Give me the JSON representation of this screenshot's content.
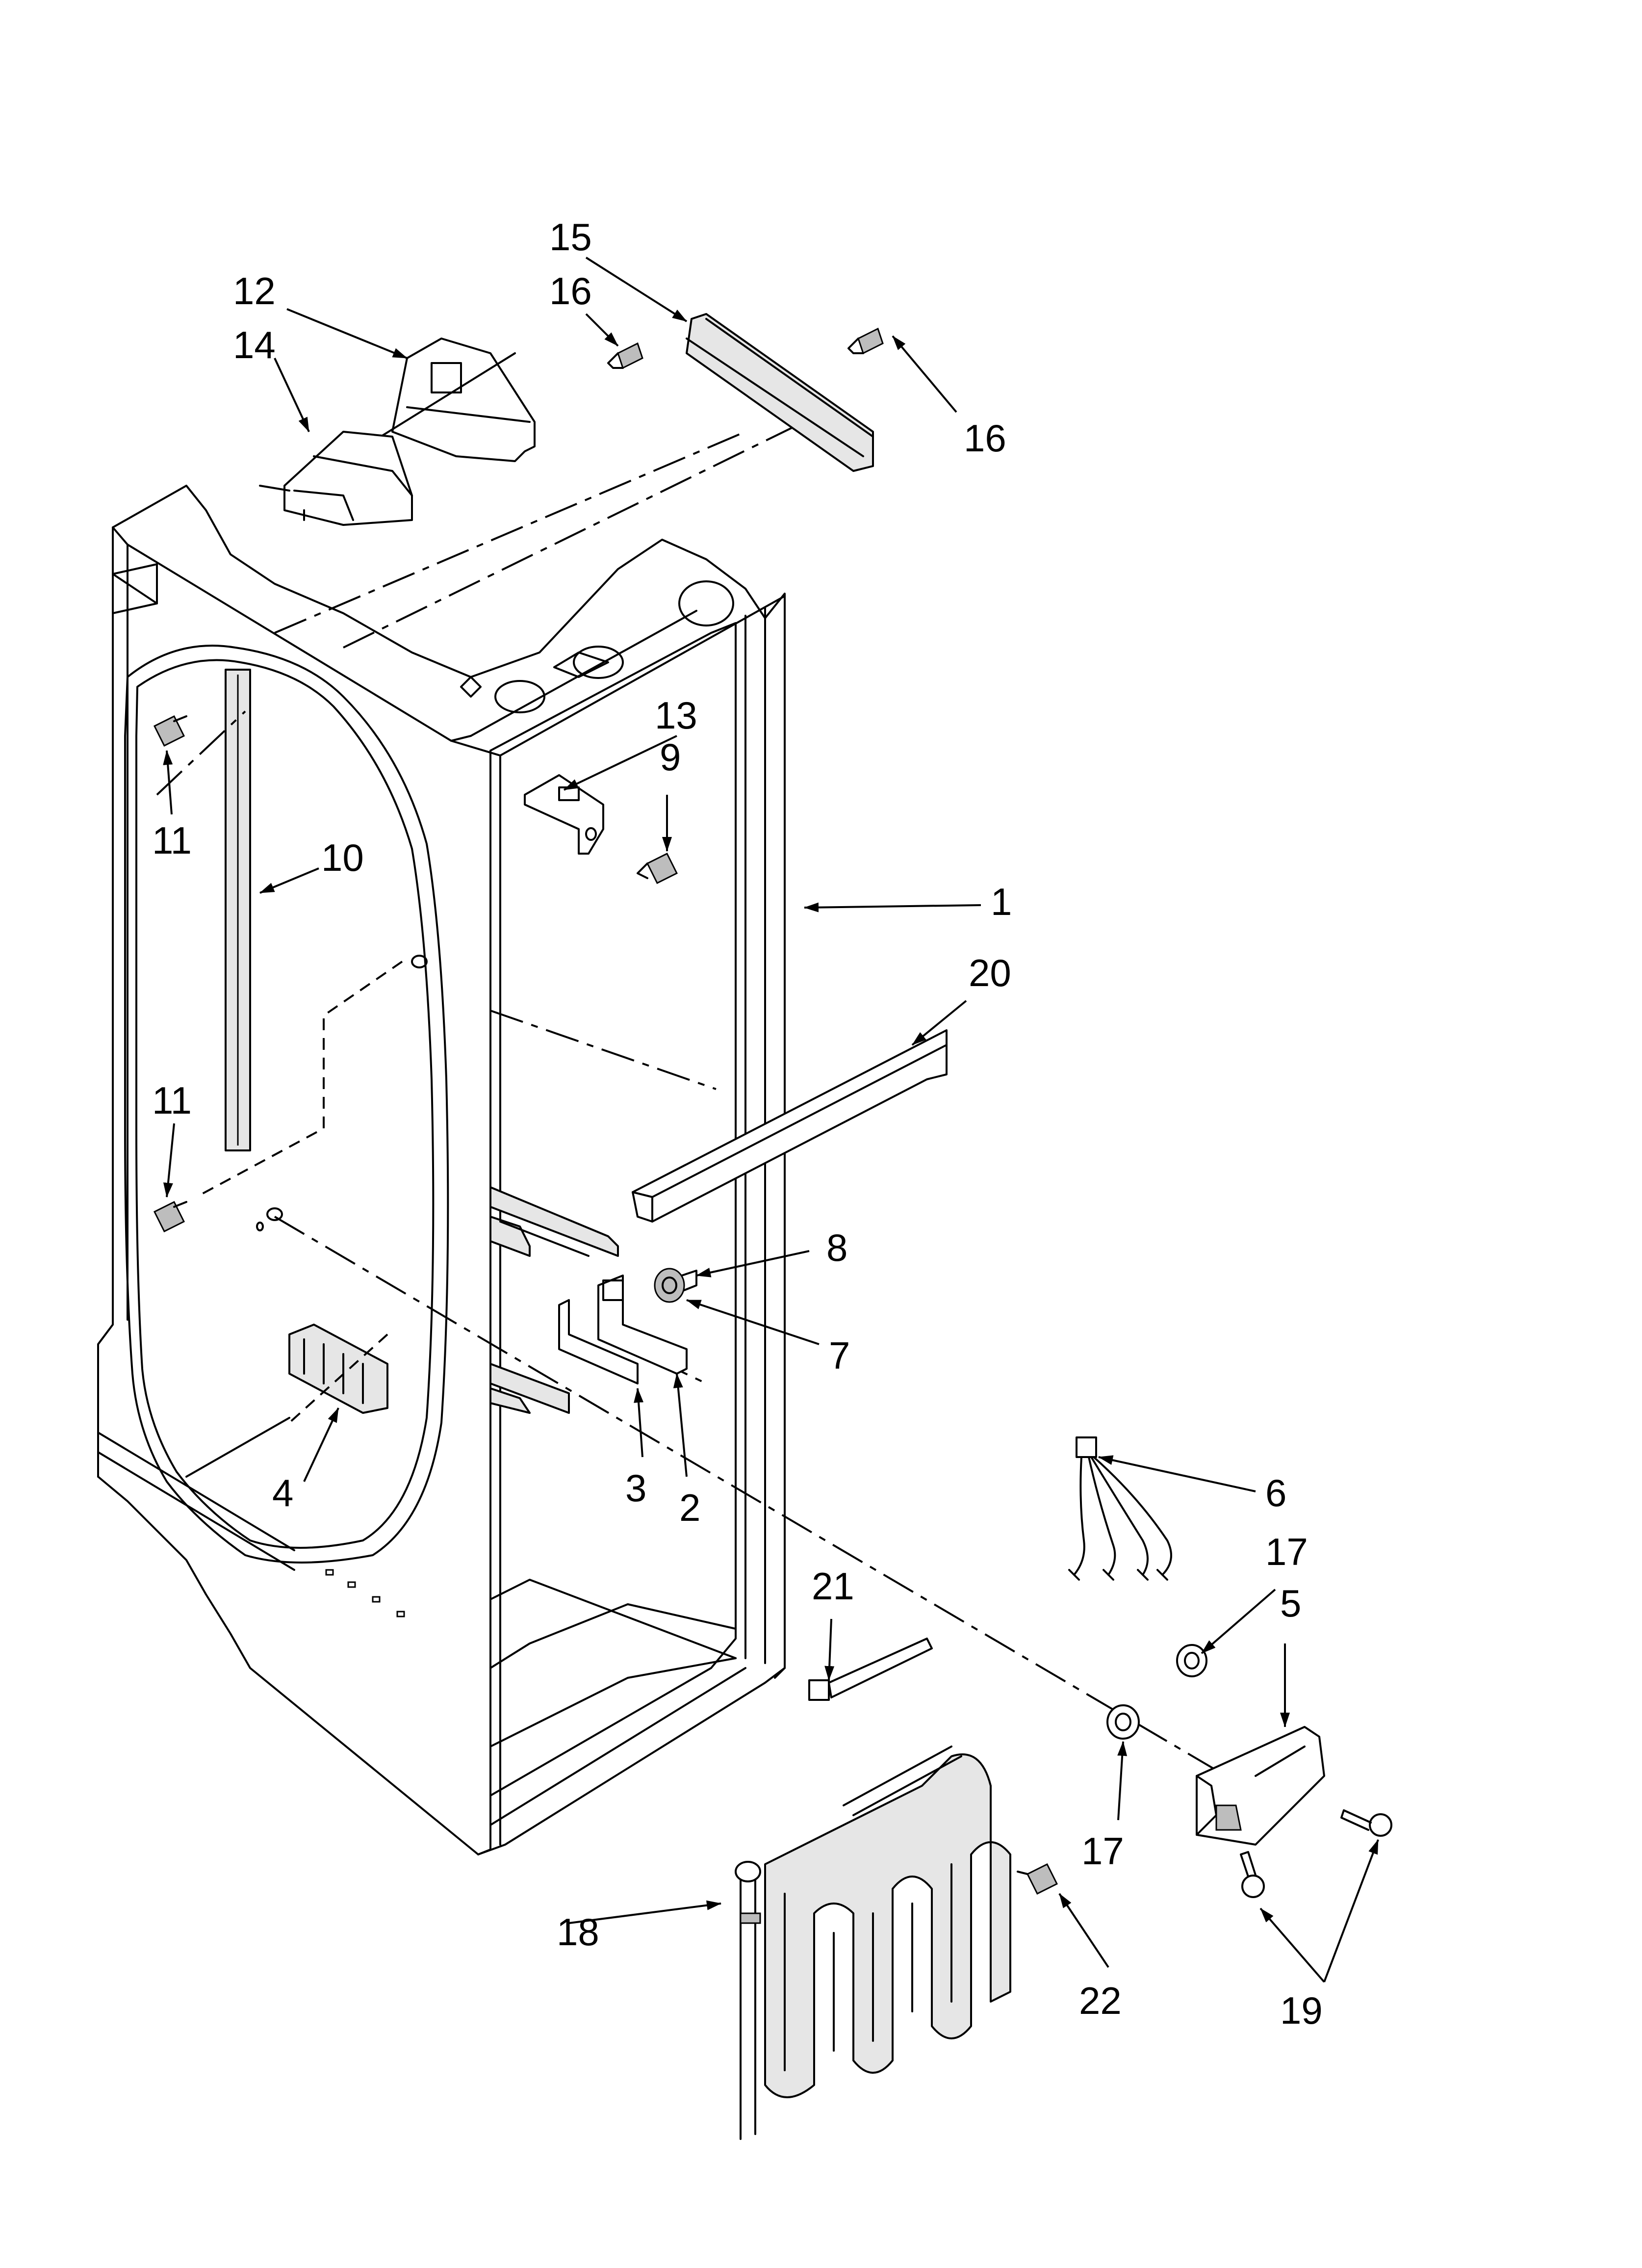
{
  "callouts": [
    {
      "id": "c15",
      "label": "15"
    },
    {
      "id": "c16a",
      "label": "16"
    },
    {
      "id": "c16b",
      "label": "16"
    },
    {
      "id": "c12",
      "label": "12"
    },
    {
      "id": "c14",
      "label": "14"
    },
    {
      "id": "c13",
      "label": "13"
    },
    {
      "id": "c9",
      "label": "9"
    },
    {
      "id": "c11a",
      "label": "11"
    },
    {
      "id": "c10",
      "label": "10"
    },
    {
      "id": "c1",
      "label": "1"
    },
    {
      "id": "c20",
      "label": "20"
    },
    {
      "id": "c11b",
      "label": "11"
    },
    {
      "id": "c8",
      "label": "8"
    },
    {
      "id": "c7",
      "label": "7"
    },
    {
      "id": "c4",
      "label": "4"
    },
    {
      "id": "c3",
      "label": "3"
    },
    {
      "id": "c2",
      "label": "2"
    },
    {
      "id": "c6",
      "label": "6"
    },
    {
      "id": "c17a",
      "label": "17"
    },
    {
      "id": "c5",
      "label": "5"
    },
    {
      "id": "c21",
      "label": "21"
    },
    {
      "id": "c17b",
      "label": "17"
    },
    {
      "id": "c18",
      "label": "18"
    },
    {
      "id": "c22",
      "label": "22"
    },
    {
      "id": "c19",
      "label": "19"
    }
  ]
}
